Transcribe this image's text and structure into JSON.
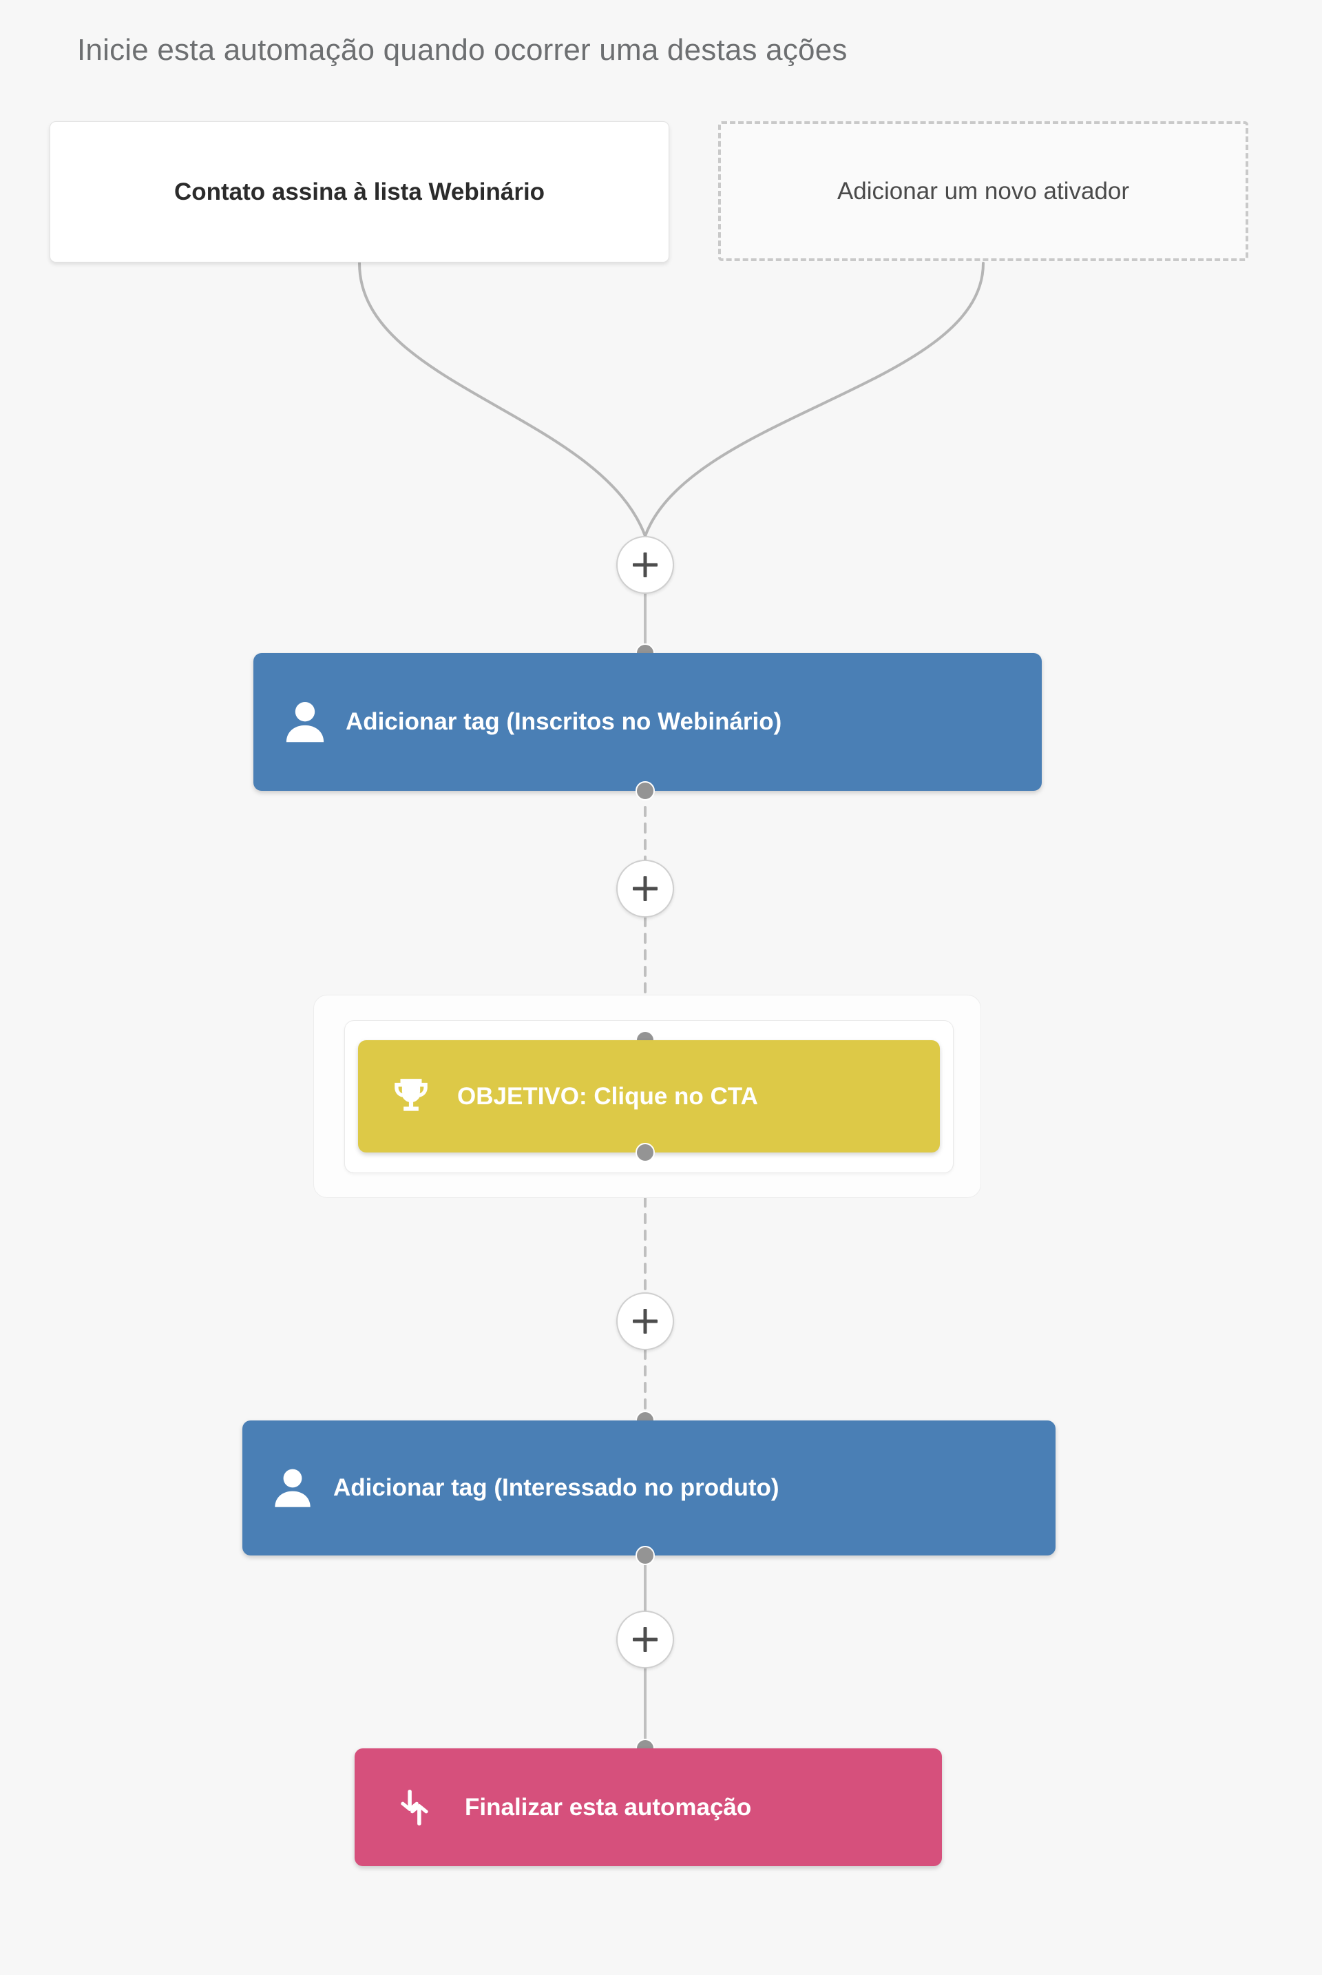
{
  "header": {
    "title": "Inicie esta automação quando ocorrer uma destas ações"
  },
  "triggers": [
    {
      "label": "Contato assina à lista Webinário",
      "style": "solid",
      "icon": "none"
    },
    {
      "label": "Adicionar um novo ativador",
      "style": "dashed",
      "icon": "none"
    }
  ],
  "add_buttons": [
    {
      "label": "+",
      "name": "add-step-button-1"
    },
    {
      "label": "+",
      "name": "add-step-button-2"
    },
    {
      "label": "+",
      "name": "add-step-button-3"
    },
    {
      "label": "+",
      "name": "add-step-button-4"
    }
  ],
  "nodes": [
    {
      "id": "tag-1",
      "label": "Adicionar tag (Inscritos no Webinário)",
      "icon": "user-icon",
      "color": "#4a7fb5",
      "type": "action"
    },
    {
      "id": "goal",
      "label": "OBJETIVO: Clique no CTA",
      "icon": "trophy-icon",
      "color": "#ddc947",
      "type": "goal"
    },
    {
      "id": "tag-2",
      "label": "Adicionar tag (Interessado no produto)",
      "icon": "user-icon",
      "color": "#4a7fb5",
      "type": "action"
    },
    {
      "id": "end",
      "label": "Finalizar esta automação",
      "icon": "cycle-arrows-icon",
      "color": "#d6507c",
      "type": "end"
    }
  ],
  "colors": {
    "canvas_background": "#f7f7f7",
    "action_blue": "#4a7fb5",
    "goal_gold": "#ddc947",
    "end_pink": "#d6507c",
    "connector_gray": "#b5b5b5",
    "dot_gray": "#949494",
    "header_text": "#6d6f71"
  }
}
